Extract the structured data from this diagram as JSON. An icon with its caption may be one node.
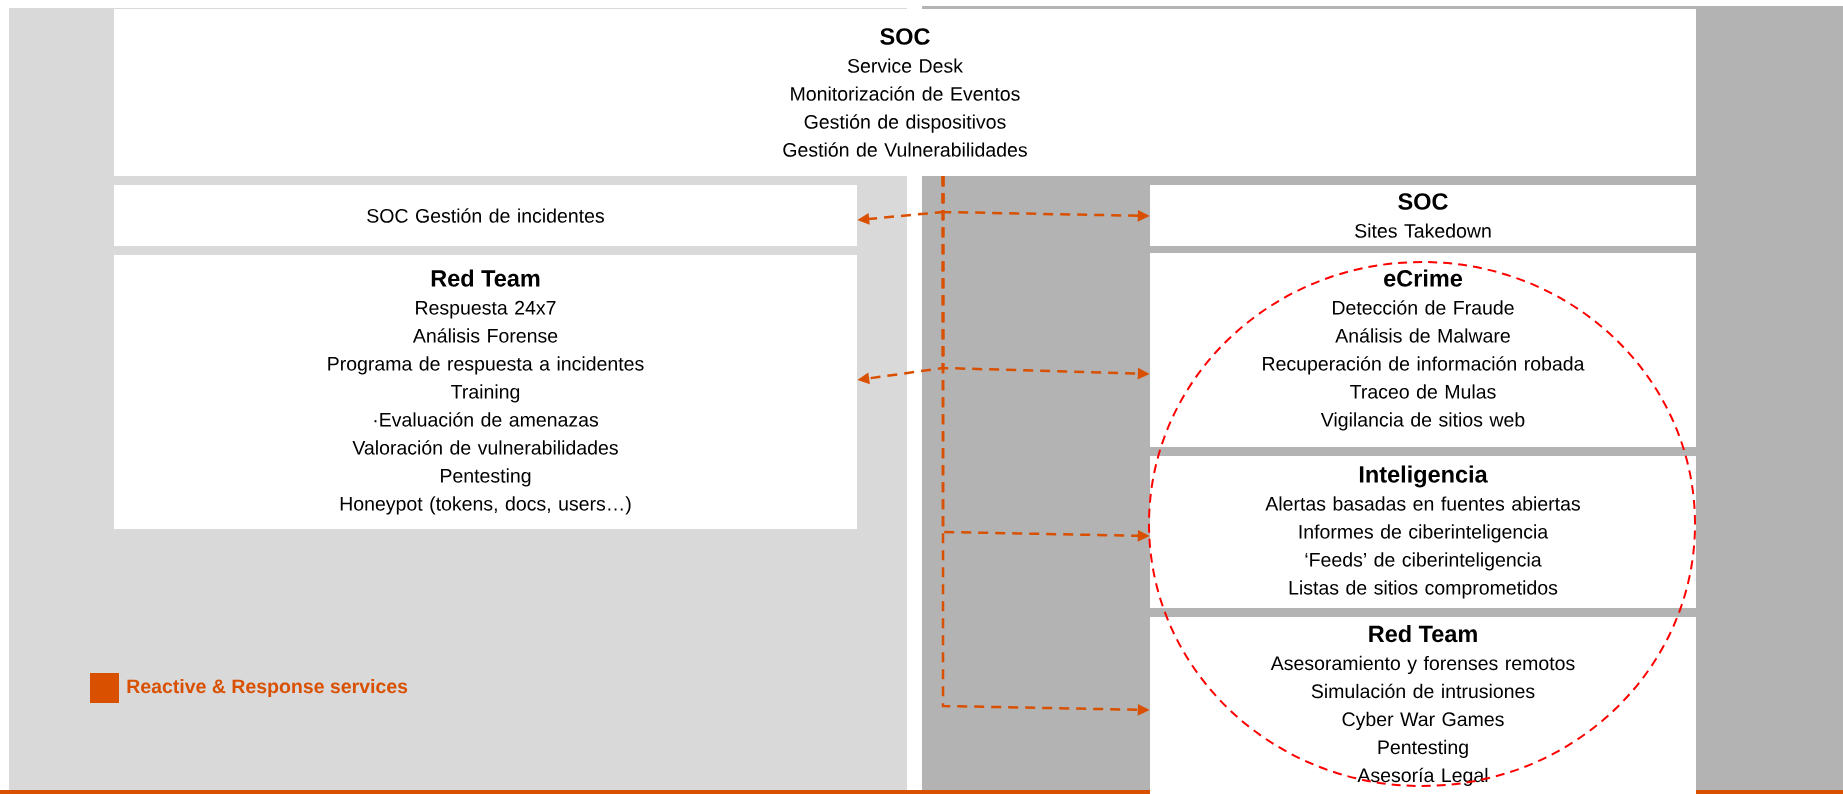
{
  "diagram": {
    "nodes": [
      {
        "text": [
          "SOC",
          "Service Desk",
          "Monitorización de Eventos",
          "Gestión de dispositivos",
          "Gestión de Vulnerabilidades"
        ]
      },
      {
        "text": [
          "SOC Gestión de incidentes"
        ]
      },
      {
        "text": [
          "Red Team",
          "Respuesta 24x7",
          "Análisis Forense",
          "Programa de respuesta a incidentes",
          "Training",
          "·Evaluación de amenazas",
          "Valoración de vulnerabilidades",
          "Pentesting",
          "Honeypot (tokens, docs, users…)"
        ]
      },
      {
        "text": [
          "SOC",
          "Sites Takedown"
        ]
      },
      {
        "text": [
          "eCrime",
          "Detección de Fraude",
          "Análisis de Malware",
          "Recuperación de información robada",
          "Traceo de Mulas",
          "Vigilancia de sitios web"
        ]
      },
      {
        "text": [
          "Inteligencia",
          "Alertas basadas en fuentes abiertas",
          "Informes de ciberinteligencia",
          "‘Feeds’ de ciberinteligencia",
          "Listas de sitios comprometidos"
        ]
      },
      {
        "text": [
          "Red Team",
          "Asesoramiento y forenses remotos",
          "Simulación de intrusiones",
          "Cyber War Games",
          "Pentesting",
          "Asesoría Legal"
        ]
      }
    ],
    "edges": [
      {
        "from": 0,
        "to": 1,
        "arrow": "to",
        "style": "dashed"
      },
      {
        "from": 0,
        "to": 3,
        "arrow": "to",
        "style": "dashed"
      },
      {
        "from": 0,
        "to": 2,
        "arrow": "to",
        "style": "dashed"
      },
      {
        "from": 0,
        "to": 4,
        "arrow": "to",
        "style": "dashed"
      },
      {
        "from": 0,
        "to": 5,
        "arrow": "to",
        "style": "dashed"
      },
      {
        "from": 0,
        "to": 6,
        "arrow": "to",
        "style": "dashed"
      }
    ],
    "legend": [
      {
        "text": "Reactive & Response services",
        "color": "#d95000"
      }
    ]
  }
}
